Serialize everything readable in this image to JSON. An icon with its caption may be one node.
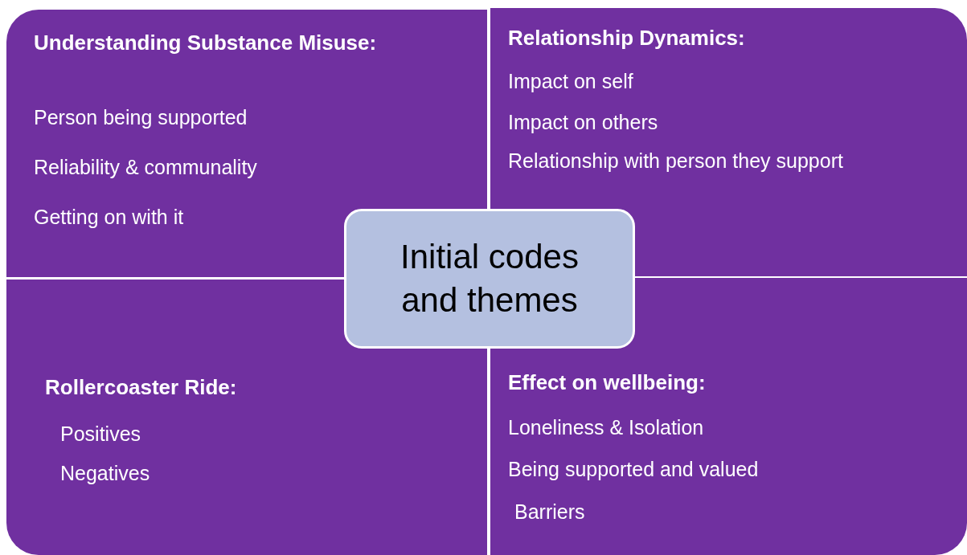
{
  "diagram": {
    "nodes": [
      {
        "text": [
          "Understanding Substance Misuse:",
          "Person being supported",
          "Reliability & communality",
          "Getting on with it"
        ]
      },
      {
        "text": [
          "Relationship Dynamics:",
          "Impact on self",
          "Impact on others",
          "Relationship with person they support"
        ]
      },
      {
        "text": [
          "Initial codes and themes"
        ]
      },
      {
        "text": [
          "Rollercoaster Ride:",
          "Positives",
          "Negatives"
        ]
      },
      {
        "text": [
          "Effect on wellbeing:",
          "Loneliness & Isolation",
          "Being supported and valued",
          "Barriers"
        ]
      }
    ]
  }
}
